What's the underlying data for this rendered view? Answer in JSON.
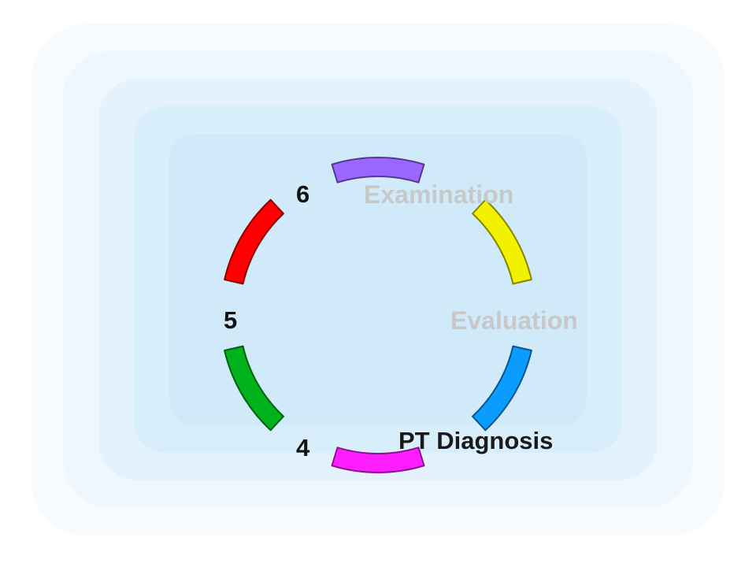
{
  "diagram": {
    "steps": [
      {
        "id": "examination",
        "label": "Examination",
        "color": "#9b66ff",
        "label_color": "#c8c8c8"
      },
      {
        "id": "evaluation",
        "label": "Evaluation",
        "color": "#f2f200",
        "label_color": "#c8c8c8"
      },
      {
        "id": "pt_diagnosis",
        "label": "PT Diagnosis",
        "color": "#0a9cff",
        "label_color": "#1a1a1a"
      },
      {
        "id": "step_4",
        "label": "4",
        "color": "#ff1eff",
        "label_color": "#111111"
      },
      {
        "id": "step_5",
        "label": "5",
        "color": "#00b21c",
        "label_color": "#111111"
      },
      {
        "id": "step_6",
        "label": "6",
        "color": "#ff0000",
        "label_color": "#111111"
      }
    ],
    "background_color": "#d1eafa"
  }
}
